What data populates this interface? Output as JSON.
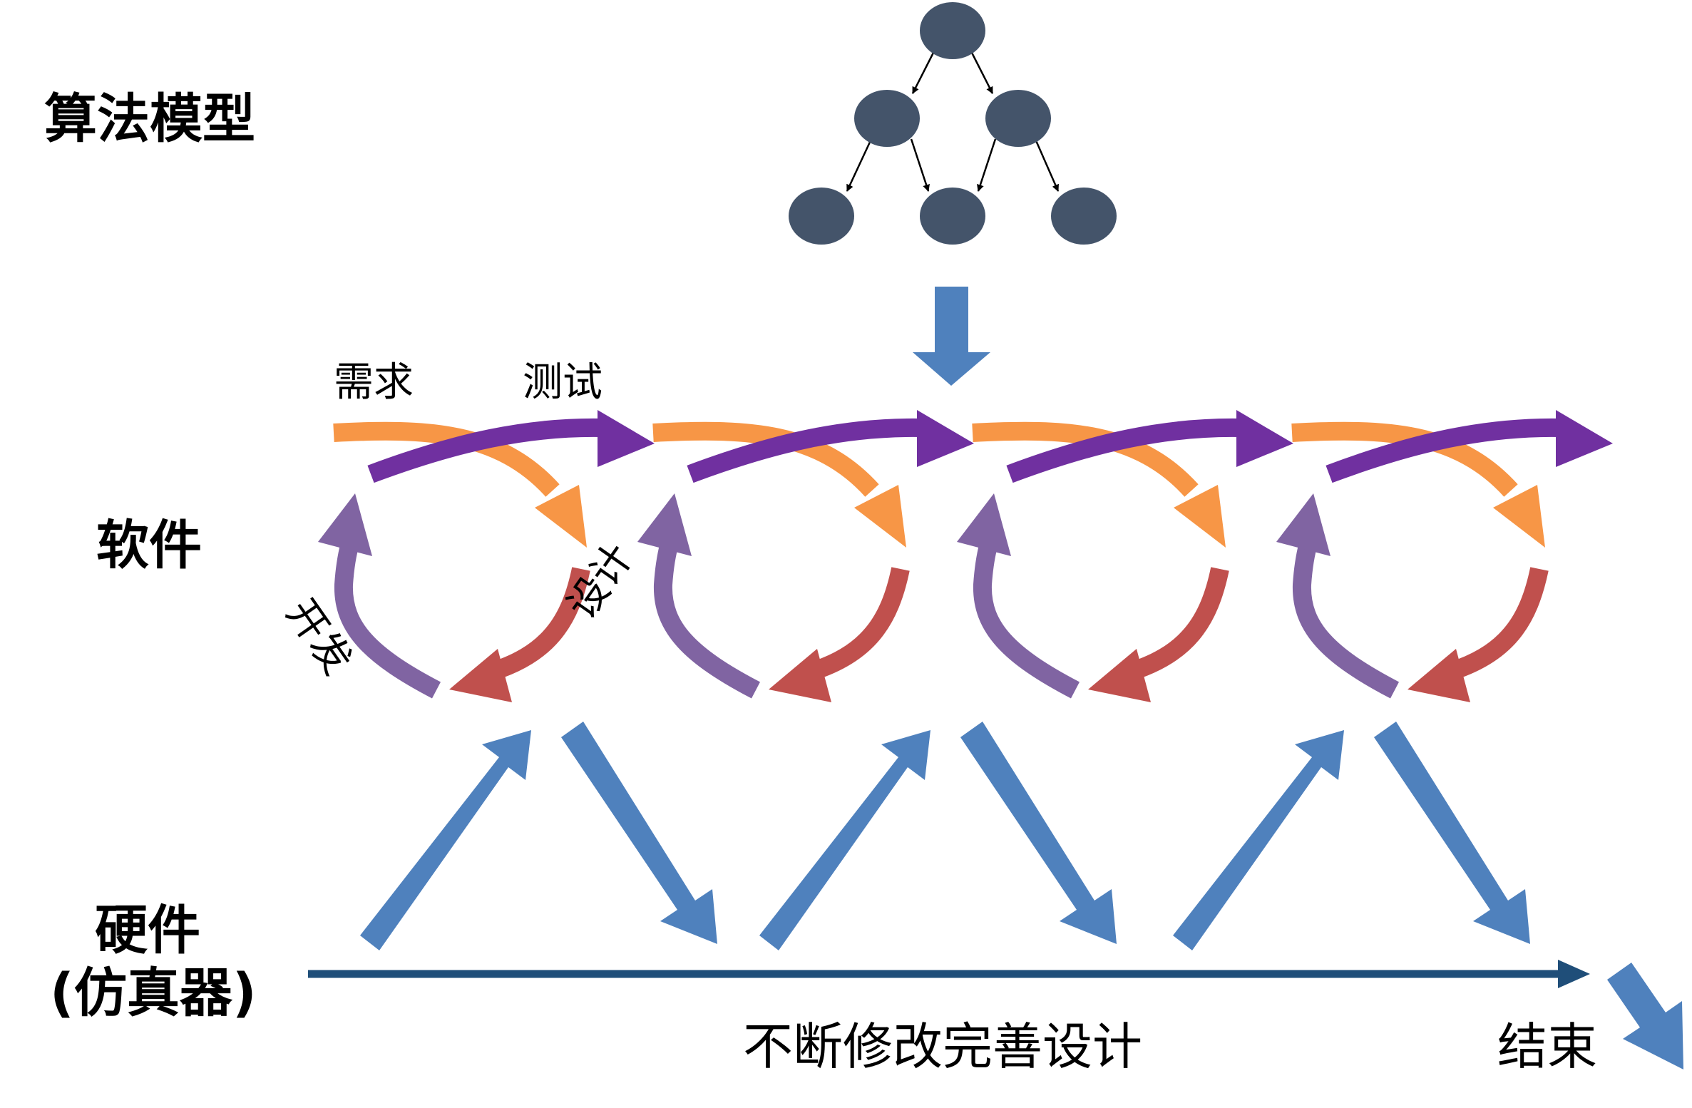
{
  "labels": {
    "algorithm": "算法模型",
    "software": "软件",
    "hardware_line1": "硬件",
    "hardware_line2": "(仿真器)",
    "requirement": "需求",
    "test": "测试",
    "develop": "开发",
    "design": "设计",
    "iterate": "不断修改完善设计",
    "end": "结束"
  },
  "colors": {
    "node": "#44546a",
    "orange": "#f79646",
    "purple": "#7030a0",
    "violet": "#8064a2",
    "red": "#c0504d",
    "blue": "#4f81bd",
    "navy": "#1f4e79",
    "background": "#ffffff"
  },
  "tree": {
    "nodes": [
      "root",
      "left",
      "right",
      "leaf-1",
      "leaf-2",
      "leaf-3"
    ],
    "edges": [
      [
        "root",
        "left"
      ],
      [
        "root",
        "right"
      ],
      [
        "left",
        "leaf-1"
      ],
      [
        "left",
        "leaf-2"
      ],
      [
        "right",
        "leaf-2"
      ],
      [
        "right",
        "leaf-3"
      ]
    ]
  },
  "software_cycles": 4,
  "hardware_zigzags": 3
}
